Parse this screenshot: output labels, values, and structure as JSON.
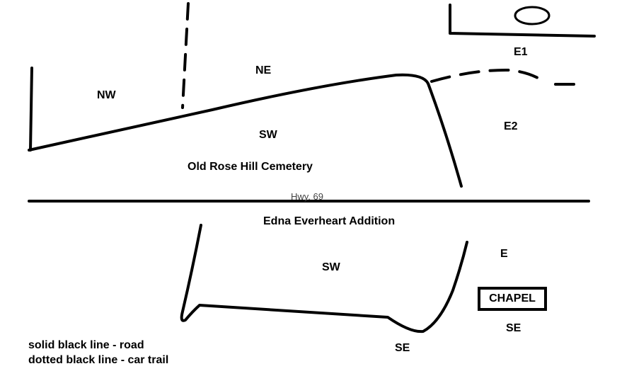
{
  "sections": {
    "nw": "NW",
    "ne": "NE",
    "sw_north": "SW",
    "e1": "E1",
    "e2": "E2",
    "sw_south": "SW",
    "e_south": "E",
    "se_chapel": "SE",
    "se_bottom": "SE"
  },
  "places": {
    "cemetery": "Old Rose Hill Cemetery",
    "highway": "Hwy. 69",
    "addition": "Edna Everheart Addition",
    "chapel": "CHAPEL"
  },
  "legend": {
    "solid": "solid black line - road",
    "dotted": "dotted black line - car trail"
  },
  "colors": {
    "ink": "#000000",
    "background": "#ffffff"
  }
}
